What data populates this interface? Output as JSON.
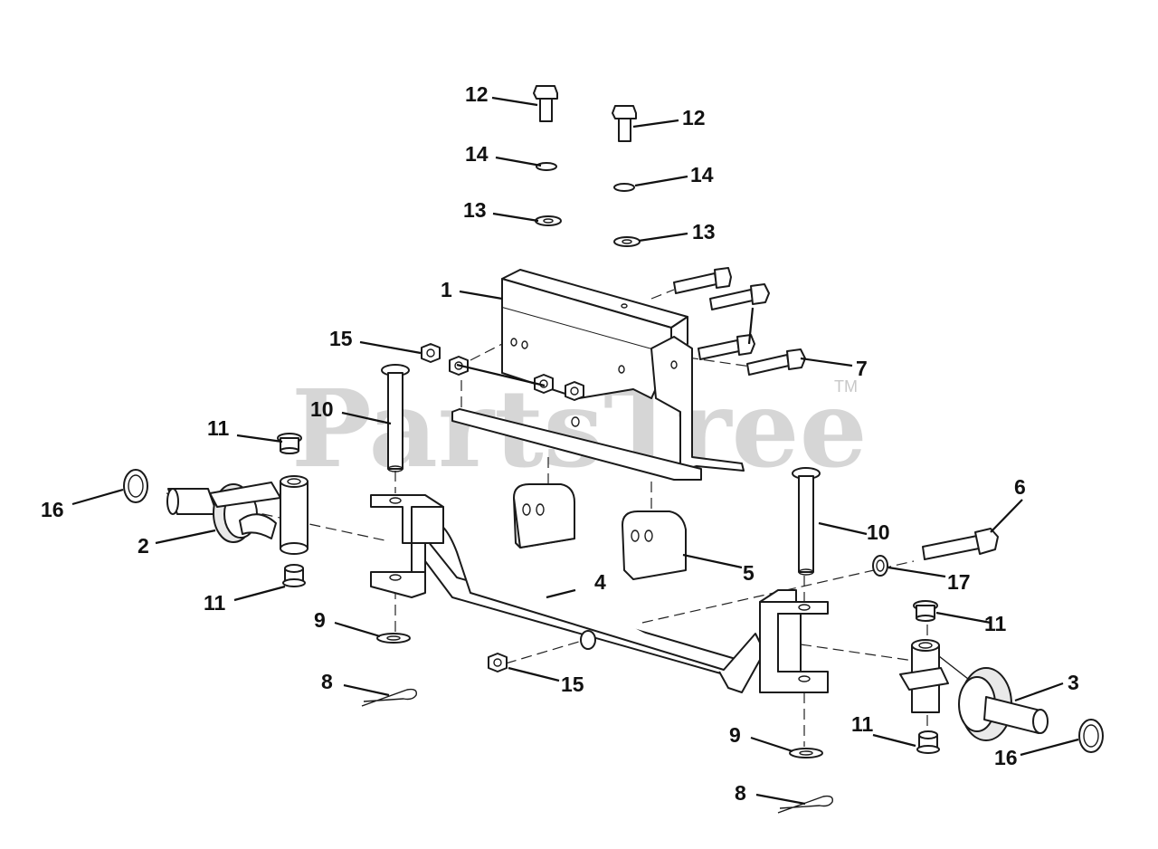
{
  "watermark": {
    "brand": "PartsTree",
    "trademark": "TM"
  },
  "callouts": [
    {
      "id": "c-12a",
      "label": "12"
    },
    {
      "id": "c-12b",
      "label": "12"
    },
    {
      "id": "c-14a",
      "label": "14"
    },
    {
      "id": "c-14b",
      "label": "14"
    },
    {
      "id": "c-13a",
      "label": "13"
    },
    {
      "id": "c-13b",
      "label": "13"
    },
    {
      "id": "c-1",
      "label": "1"
    },
    {
      "id": "c-15a",
      "label": "15"
    },
    {
      "id": "c-7",
      "label": "7"
    },
    {
      "id": "c-10a",
      "label": "10"
    },
    {
      "id": "c-11a",
      "label": "11"
    },
    {
      "id": "c-16a",
      "label": "16"
    },
    {
      "id": "c-2",
      "label": "2"
    },
    {
      "id": "c-11b",
      "label": "11"
    },
    {
      "id": "c-6",
      "label": "6"
    },
    {
      "id": "c-10b",
      "label": "10"
    },
    {
      "id": "c-5",
      "label": "5"
    },
    {
      "id": "c-17",
      "label": "17"
    },
    {
      "id": "c-4",
      "label": "4"
    },
    {
      "id": "c-9a",
      "label": "9"
    },
    {
      "id": "c-11c",
      "label": "11"
    },
    {
      "id": "c-15b",
      "label": "15"
    },
    {
      "id": "c-3",
      "label": "3"
    },
    {
      "id": "c-8a",
      "label": "8"
    },
    {
      "id": "c-9b",
      "label": "9"
    },
    {
      "id": "c-11d",
      "label": "11"
    },
    {
      "id": "c-16b",
      "label": "16"
    },
    {
      "id": "c-8b",
      "label": "8"
    }
  ]
}
